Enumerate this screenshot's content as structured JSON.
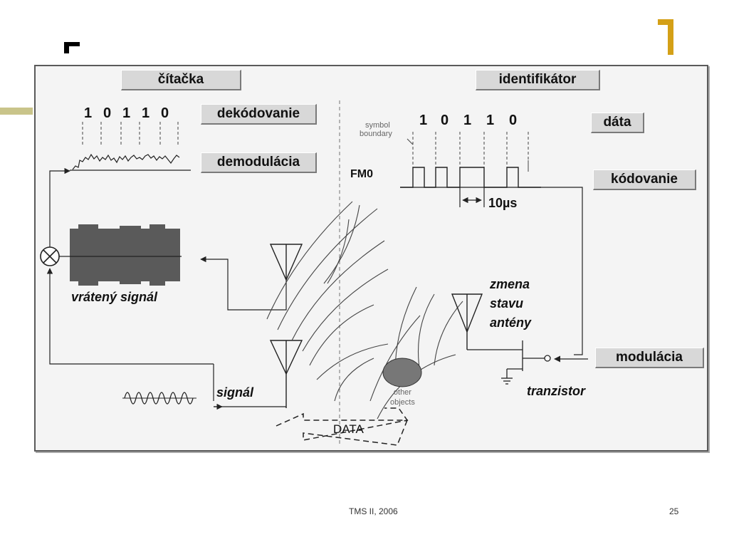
{
  "slide": {
    "footer_center": "TMS II, 2006",
    "page_number": "25",
    "accent_color": "#d4a017",
    "olive_color": "#c9c48a"
  },
  "diagram": {
    "reader_title": "čítačka",
    "tag_title": "identifikátor",
    "reader_bits": [
      "1",
      "0",
      "1",
      "1",
      "0"
    ],
    "tag_bits": [
      "1",
      "0",
      "1",
      "1",
      "0"
    ],
    "label_decoding": "dekódovanie",
    "label_demodulation": "demodulácia",
    "label_data": "dáta",
    "label_encoding": "kódovanie",
    "label_modulation": "modulácia",
    "symbol_boundary_line1": "symbol",
    "symbol_boundary_line2": "boundary",
    "fm0": "FM0",
    "duration": "10µs",
    "returned_signal": "vrátený signál",
    "signal": "signál",
    "antenna_state_line1": "zmena",
    "antenna_state_line2": "stavu",
    "antenna_state_line3": "antény",
    "transistor": "tranzistor",
    "other_objects_line1": "other",
    "other_objects_line2": "objects",
    "data_arrow": "DATA"
  }
}
